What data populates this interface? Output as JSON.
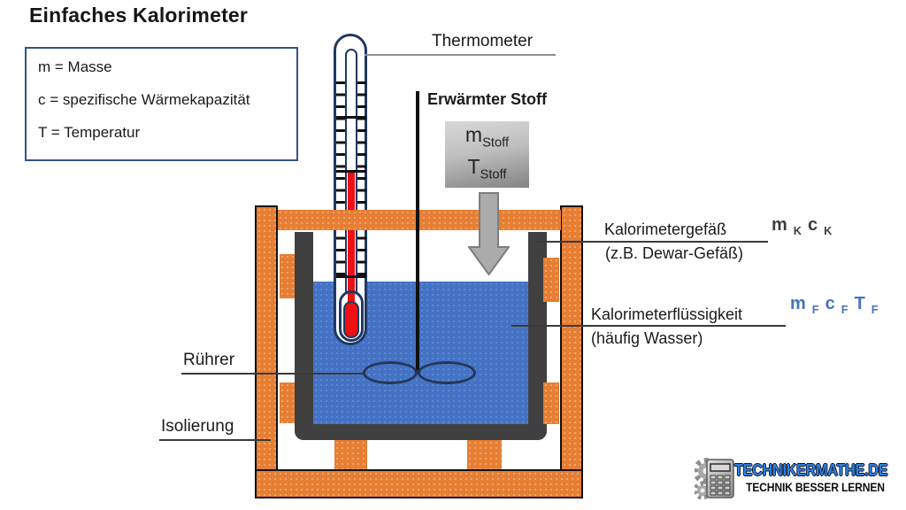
{
  "title": "Einfaches Kalorimeter",
  "legend": {
    "items": [
      "m = Masse",
      "c = spezifische Wärmekapazität",
      "T = Temperatur"
    ]
  },
  "labels": {
    "thermometer": "Thermometer",
    "heated_substance": "Erwärmter Stoff",
    "vessel": "Kalorimetergefäß",
    "vessel_sub": "(z.B. Dewar-Gefäß)",
    "fluid": "Kalorimeterflüssigkeit",
    "fluid_sub": "(häufig Wasser)",
    "stirrer": "Rührer",
    "insulation": "Isolierung"
  },
  "formulas": {
    "substance": [
      {
        "base": "m",
        "sub": "Stoff"
      },
      {
        "base": "T",
        "sub": "Stoff"
      }
    ],
    "vessel": [
      {
        "base": "m",
        "sub": "K"
      },
      {
        "base": "c",
        "sub": "K"
      }
    ],
    "fluid": [
      {
        "base": "m",
        "sub": "F"
      },
      {
        "base": "c",
        "sub": "F"
      },
      {
        "base": "T",
        "sub": "F"
      }
    ]
  },
  "logo": {
    "brand": "TECHNIKERMATHE.DE",
    "tagline": "TECHNIK BESSER LERNEN"
  },
  "colors": {
    "insulation_orange": "#e67e33",
    "water_blue": "#4472c4",
    "vessel_gray": "#404040",
    "thermometer_navy": "#203864",
    "mercury_red": "#ee1111",
    "formula_blue": "#4472c4",
    "brand_blue": "#2e7fe0",
    "arrow_gray": "#ababab"
  }
}
